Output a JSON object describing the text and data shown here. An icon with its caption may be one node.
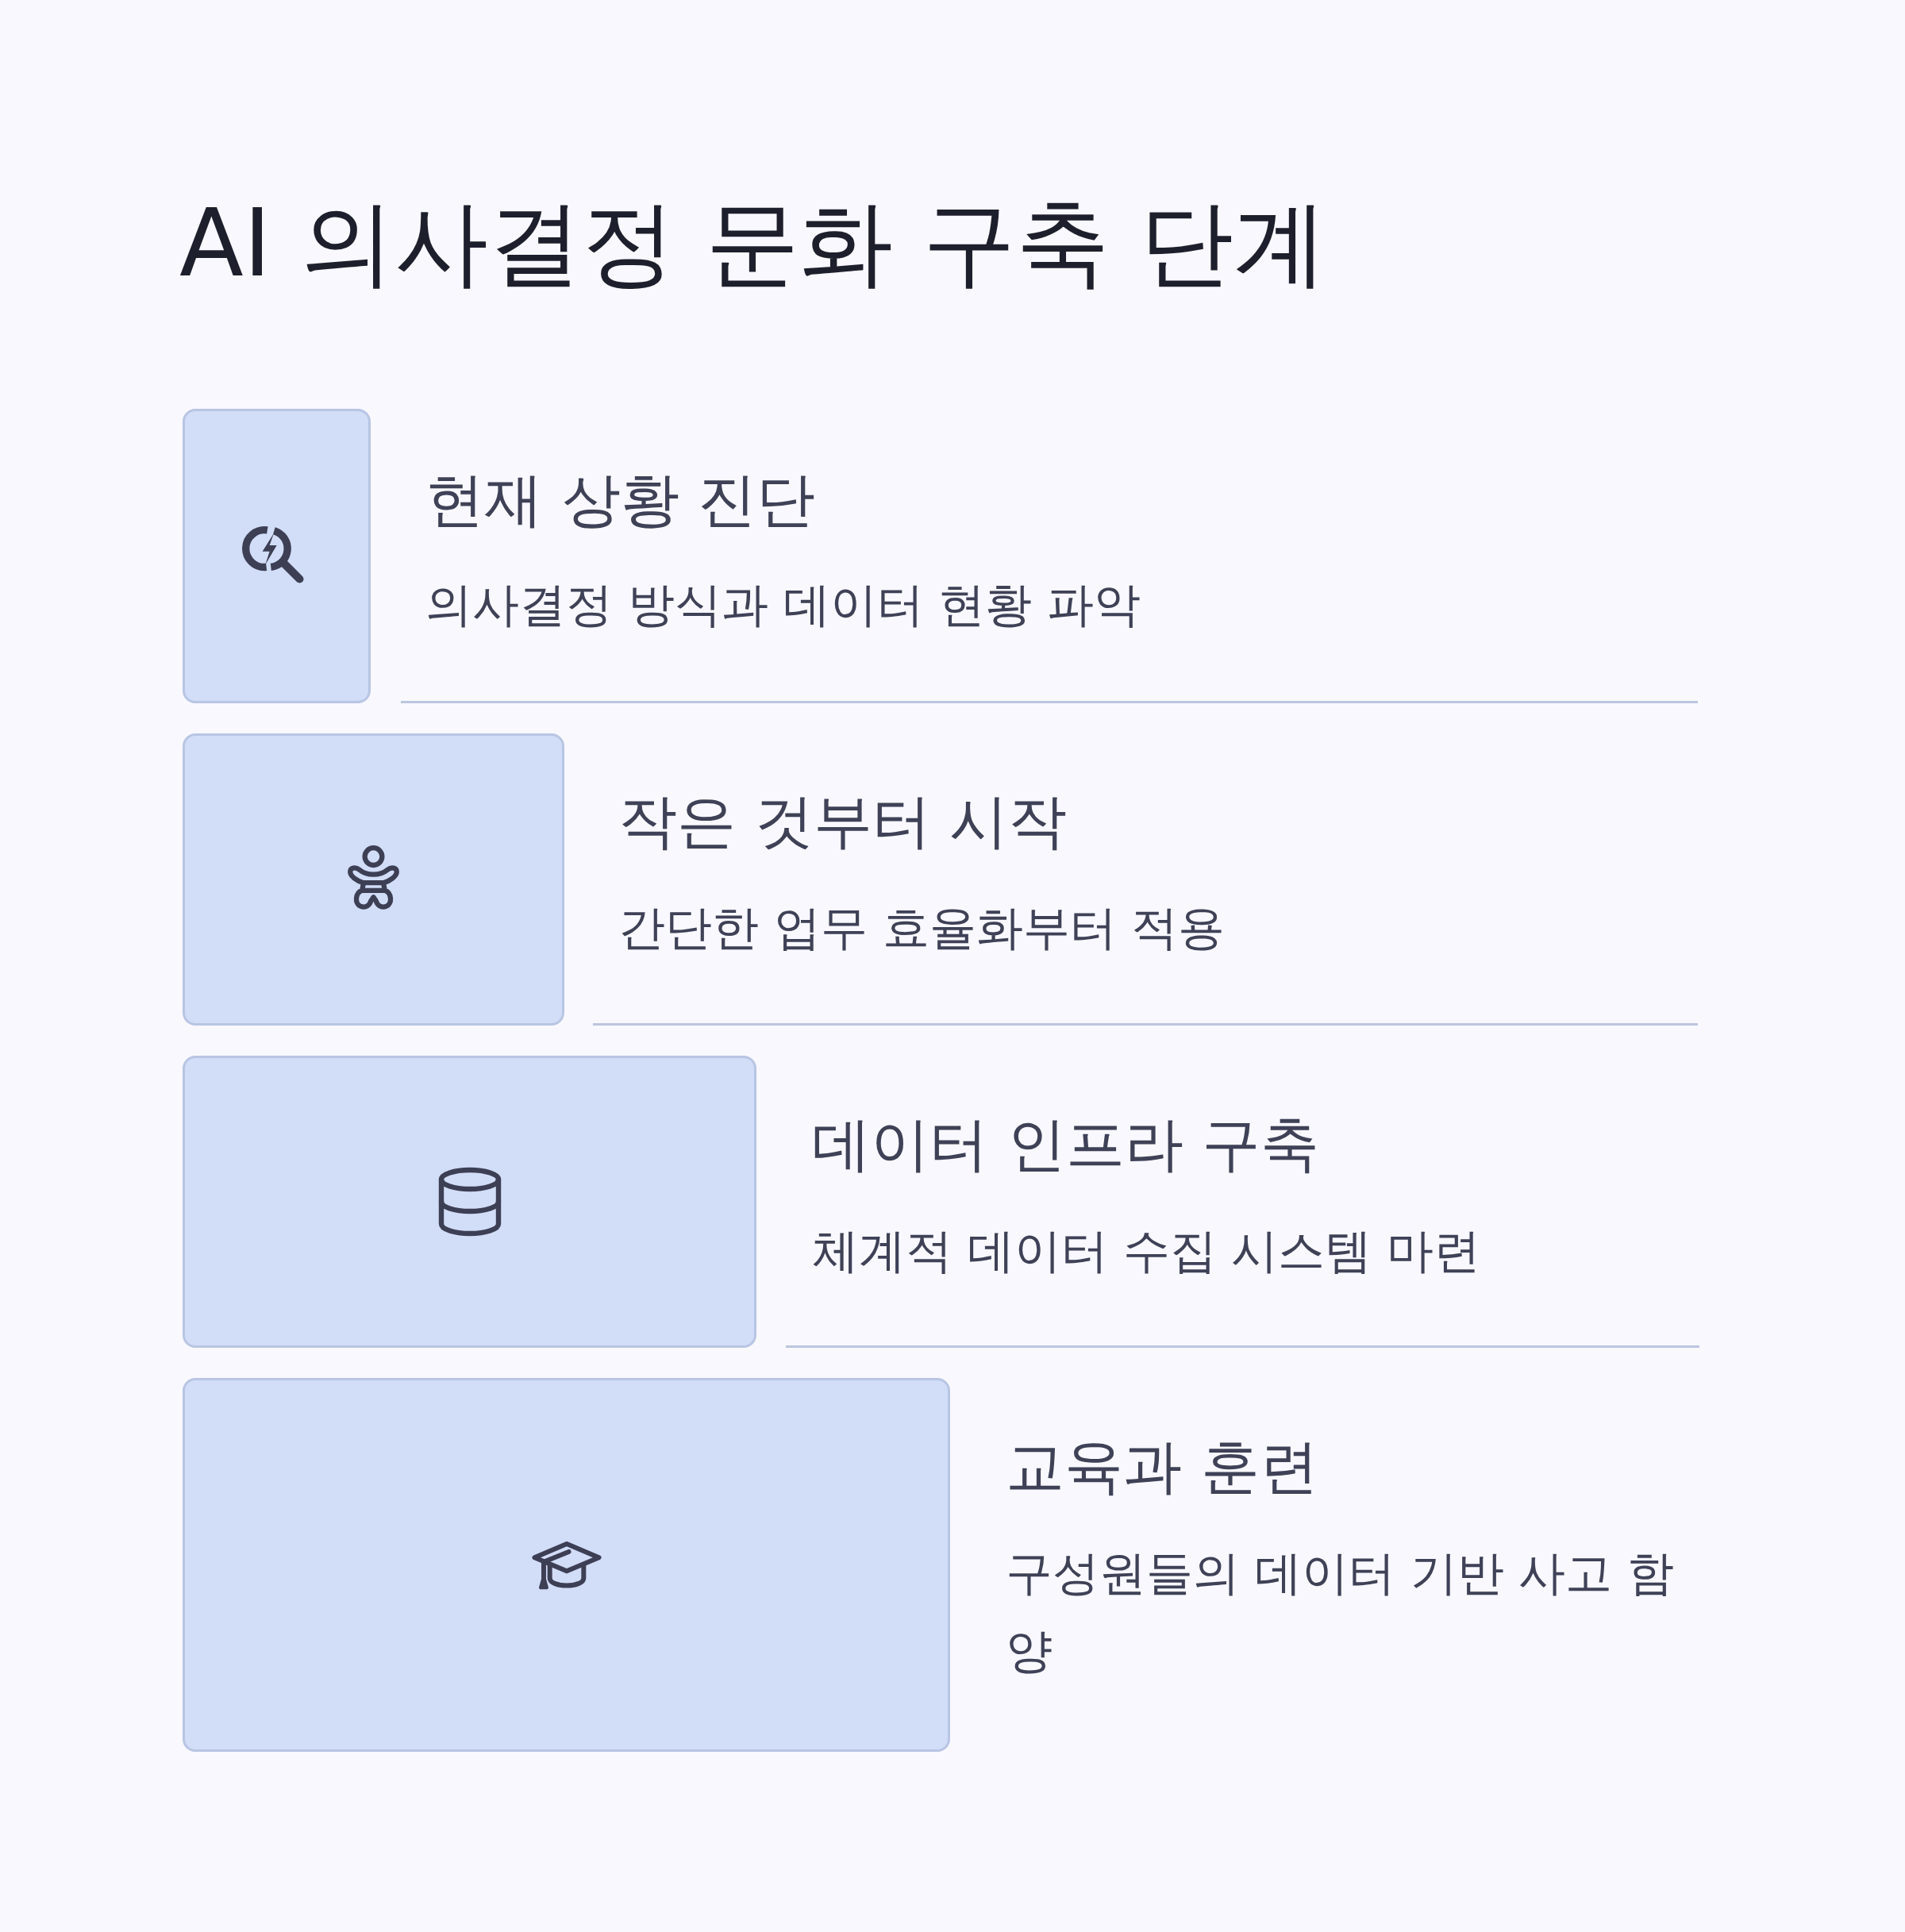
{
  "diagram": {
    "title": "AI 의사결정 문화 구축 단계",
    "nodes": [
      {
        "text": [
          "현재 상황 진단",
          "의사결정 방식과 데이터 현황 파악"
        ]
      },
      {
        "text": [
          "작은 것부터 시작",
          "간단한 업무 효율화부터 적용"
        ]
      },
      {
        "text": [
          "데이터 인프라 구축",
          "체계적 데이터 수집 시스템 마련"
        ]
      },
      {
        "text": [
          "교육과 훈련",
          "구성원들의 데이터 기반 사고 함양"
        ]
      }
    ]
  }
}
